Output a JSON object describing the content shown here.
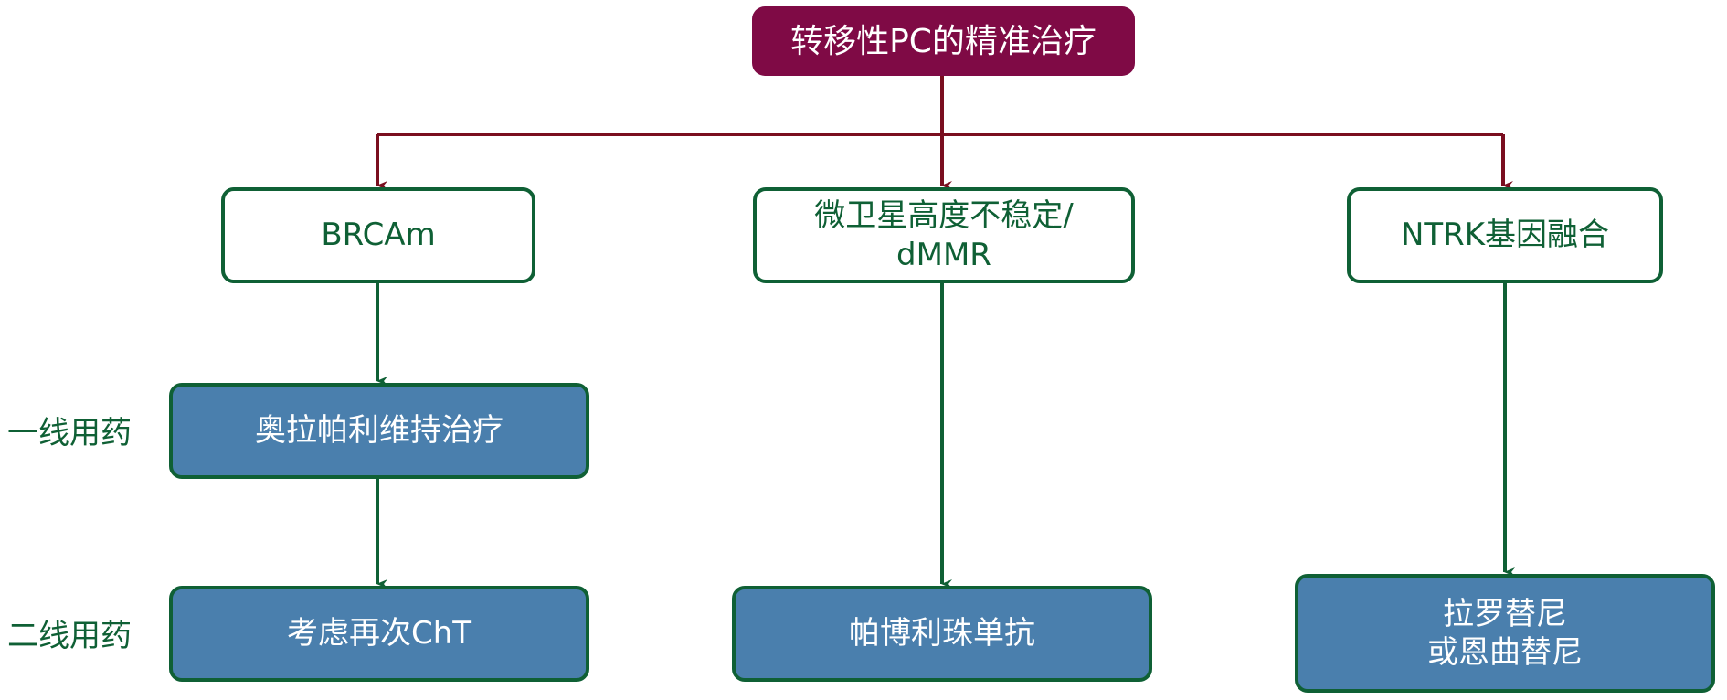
{
  "title": "转移性PC的精准治疗",
  "row_labels": {
    "first_line": "一线用药",
    "second_line": "二线用药"
  },
  "branches": [
    {
      "condition": "BRCAm",
      "first_line": "奥拉帕利维持治疗",
      "second_line": "考虑再次ChT"
    },
    {
      "condition_line1": "微卫星高度不稳定/",
      "condition_line2": "dMMR",
      "treatment": "帕博利珠单抗"
    },
    {
      "condition": "NTRK基因融合",
      "treatment_line1": "拉罗替尼",
      "treatment_line2": "或恩曲替尼"
    }
  ],
  "colors": {
    "title_bg": "#7f0a45",
    "root_arrow": "#7a0e1f",
    "branch_arrow": "#0f6035",
    "treatment_bg": "#4a7fad"
  }
}
